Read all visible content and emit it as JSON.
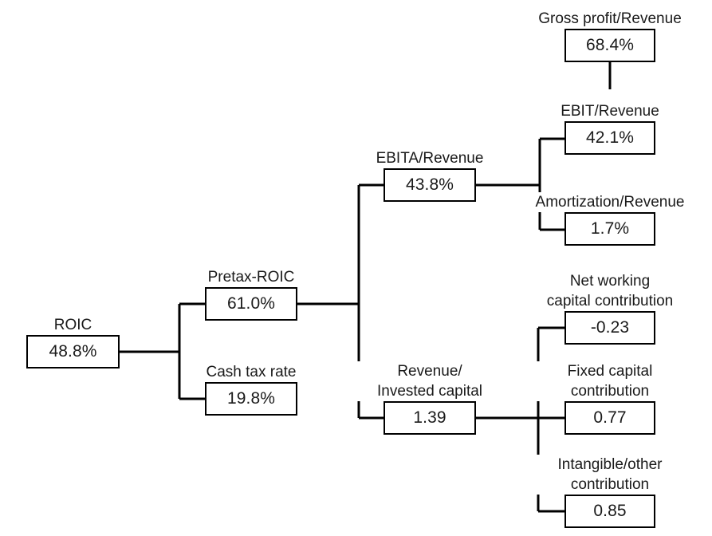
{
  "diagram": {
    "title": "ROIC tree",
    "line_color": "#000000",
    "box_fill": "#ffffff",
    "text_color": "#1a1a1a"
  },
  "nodes": {
    "roic": {
      "label": "ROIC",
      "value": "48.8%"
    },
    "pretax_roic": {
      "label": "Pretax-ROIC",
      "value": "61.0%"
    },
    "cash_tax_rate": {
      "label": "Cash tax rate",
      "value": "19.8%"
    },
    "ebita_revenue": {
      "label": "EBITA/Revenue",
      "value": "43.8%"
    },
    "revenue_invested_capital": {
      "label": "Revenue/\nInvested capital",
      "label_line1": "Revenue/",
      "label_line2": "Invested capital",
      "value": "1.39"
    },
    "gross_profit_revenue": {
      "label": "Gross profit/Revenue",
      "value": "68.4%"
    },
    "ebit_revenue": {
      "label": "EBIT/Revenue",
      "value": "42.1%"
    },
    "amortization_revenue": {
      "label": "Amortization/Revenue",
      "value": "1.7%"
    },
    "net_working_capital": {
      "label_line1": "Net working",
      "label_line2": "capital contribution",
      "value": "-0.23"
    },
    "fixed_capital": {
      "label_line1": "Fixed capital",
      "label_line2": "contribution",
      "value": "0.77"
    },
    "intangible_other": {
      "label_line1": "Intangible/other",
      "label_line2": "contribution",
      "value": "0.85"
    }
  },
  "chart_data": {
    "type": "diagram",
    "title": "ROIC decomposition tree",
    "nodes": [
      {
        "id": "roic",
        "label": "ROIC",
        "value": "48.8%",
        "level": 0
      },
      {
        "id": "pretax_roic",
        "label": "Pretax-ROIC",
        "value": "61.0%",
        "level": 1
      },
      {
        "id": "cash_tax_rate",
        "label": "Cash tax rate",
        "value": "19.8%",
        "level": 1
      },
      {
        "id": "ebita_revenue",
        "label": "EBITA/Revenue",
        "value": "43.8%",
        "level": 2
      },
      {
        "id": "revenue_invested_capital",
        "label": "Revenue/Invested capital",
        "value": "1.39",
        "level": 2
      },
      {
        "id": "gross_profit_revenue",
        "label": "Gross profit/Revenue",
        "value": "68.4%",
        "level": 3
      },
      {
        "id": "ebit_revenue",
        "label": "EBIT/Revenue",
        "value": "42.1%",
        "level": 3
      },
      {
        "id": "amortization_revenue",
        "label": "Amortization/Revenue",
        "value": "1.7%",
        "level": 3
      },
      {
        "id": "net_working_capital",
        "label": "Net working capital contribution",
        "value": "-0.23",
        "level": 3
      },
      {
        "id": "fixed_capital",
        "label": "Fixed capital contribution",
        "value": "0.77",
        "level": 3
      },
      {
        "id": "intangible_other",
        "label": "Intangible/other contribution",
        "value": "0.85",
        "level": 3
      }
    ],
    "edges": [
      {
        "from": "roic",
        "to": "pretax_roic"
      },
      {
        "from": "roic",
        "to": "cash_tax_rate"
      },
      {
        "from": "pretax_roic",
        "to": "ebita_revenue"
      },
      {
        "from": "pretax_roic",
        "to": "revenue_invested_capital"
      },
      {
        "from": "ebita_revenue",
        "to": "ebit_revenue"
      },
      {
        "from": "ebita_revenue",
        "to": "amortization_revenue"
      },
      {
        "from": "gross_profit_revenue",
        "to": "ebit_revenue"
      },
      {
        "from": "revenue_invested_capital",
        "to": "net_working_capital"
      },
      {
        "from": "revenue_invested_capital",
        "to": "fixed_capital"
      },
      {
        "from": "revenue_invested_capital",
        "to": "intangible_other"
      }
    ]
  }
}
